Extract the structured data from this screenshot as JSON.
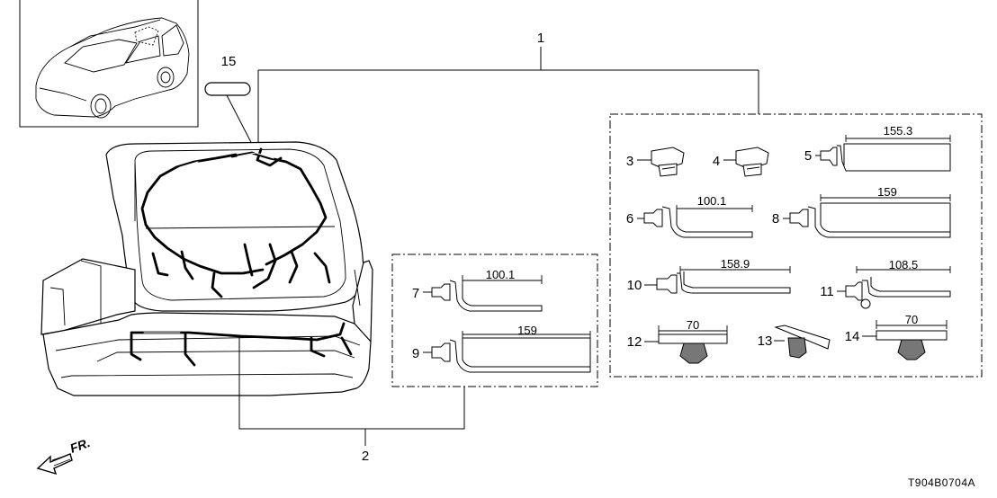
{
  "diagram_code": "T904B0704A",
  "front_indicator": "FR.",
  "callouts": {
    "main_harness": "1",
    "sub_harness": "2",
    "clip_3": "3",
    "clip_4": "4",
    "clip_5": "5",
    "clip_6": "6",
    "clip_7": "7",
    "clip_8": "8",
    "clip_9": "9",
    "clip_10": "10",
    "clip_11": "11",
    "clip_12": "12",
    "clip_13": "13",
    "clip_14": "14",
    "clip_15": "15"
  },
  "dimensions": {
    "clip_5": "155.3",
    "clip_6": "100.1",
    "clip_7": "100.1",
    "clip_8": "159",
    "clip_9": "159",
    "clip_10": "158.9",
    "clip_11": "108.5",
    "clip_12": "70",
    "clip_14": "70"
  }
}
